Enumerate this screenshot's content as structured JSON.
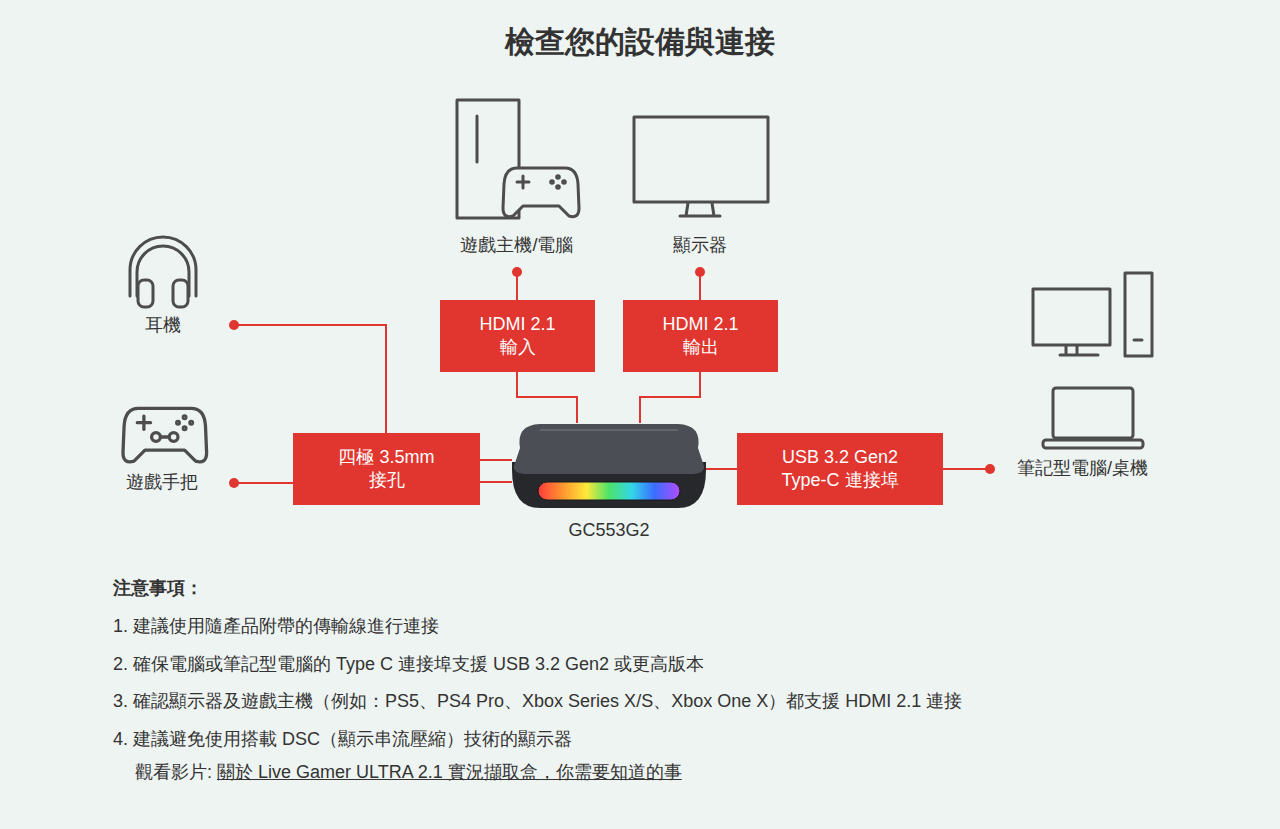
{
  "diagram": {
    "title": "檢查您的設備與連接",
    "nodes": [
      {
        "text": [
          "遊戲主機/電腦"
        ]
      },
      {
        "text": [
          "顯示器"
        ]
      },
      {
        "text": [
          "耳機"
        ]
      },
      {
        "text": [
          "HDMI 2.1 輸入"
        ]
      },
      {
        "text": [
          "HDMI 2.1 輸出"
        ]
      },
      {
        "text": [
          "遊戲手把"
        ]
      },
      {
        "text": [
          "四極 3.5mm 接孔"
        ]
      },
      {
        "text": [
          "GC553G2"
        ]
      },
      {
        "text": [
          "USB 3.2 Gen2 Type-C 連接埠"
        ]
      },
      {
        "text": [
          "筆記型電腦/桌機"
        ]
      }
    ],
    "edges": [
      {
        "from": 0,
        "to": 3,
        "arrow": "none"
      },
      {
        "from": 1,
        "to": 4,
        "arrow": "none"
      },
      {
        "from": 2,
        "to": 6,
        "arrow": "none"
      },
      {
        "from": 5,
        "to": 6,
        "arrow": "none"
      },
      {
        "from": 3,
        "to": 7,
        "arrow": "none"
      },
      {
        "from": 4,
        "to": 7,
        "arrow": "none"
      },
      {
        "from": 6,
        "to": 7,
        "arrow": "none"
      },
      {
        "from": 6,
        "to": 7,
        "arrow": "none"
      },
      {
        "from": 7,
        "to": 8,
        "arrow": "none"
      },
      {
        "from": 8,
        "to": 9,
        "arrow": "none"
      }
    ],
    "labels": [
      "注意事項：",
      "1. 建議使用隨產品附帶的傳輸線進行連接",
      "2. 確保電腦或筆記型電腦的 Type C 連接埠支援 USB 3.2 Gen2 或更高版本",
      "3. 確認顯示器及遊戲主機（例如：PS5、PS4 Pro、Xbox Series X/S、Xbox One X）都支援 HDMI 2.1 連接",
      "4. 建議避免使用搭載 DSC（顯示串流壓縮）技術的顯示器",
      "觀看影片:",
      "關於 Live Gamer ULTRA 2.1 實況擷取盒，你需要知道的事"
    ]
  }
}
